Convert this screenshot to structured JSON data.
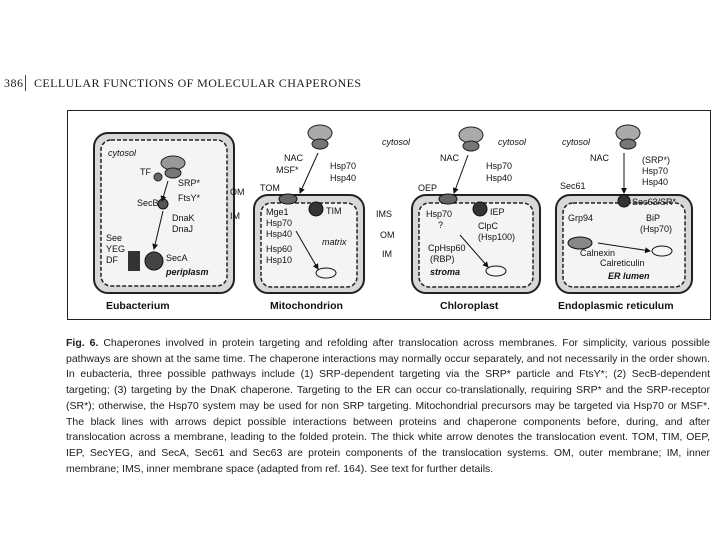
{
  "header": {
    "page_number": "386",
    "running_head": "CELLULAR FUNCTIONS OF MOLECULAR CHAPERONES"
  },
  "figure": {
    "panels": [
      {
        "name": "Eubacterium",
        "compartment": "periplasm",
        "region": "cytosol"
      },
      {
        "name": "Mitochondrion",
        "compartment": "matrix",
        "region": "cytosol"
      },
      {
        "name": "Chloroplast",
        "compartment": "stroma",
        "region": "cytosol"
      },
      {
        "name": "Endoplasmic reticulum",
        "compartment": "ER lumen",
        "region": "cytosol"
      }
    ],
    "labels": {
      "tf": "TF",
      "srp": "SRP*",
      "ftsy": "FtsY*",
      "secb": "SecB",
      "dnak": "DnaK",
      "dnaj": "DnaJ",
      "see": "See",
      "yeg": "YEG",
      "df": "DF",
      "seca": "SecA",
      "nac": "NAC",
      "msf": "MSF*",
      "hsp70": "Hsp70",
      "hsp40": "Hsp40",
      "tom": "TOM",
      "mge1": "Mge1",
      "hsp70_m": "Hsp70",
      "hsp40_m": "Hsp40",
      "tim": "TIM",
      "hsp60": "Hsp60",
      "hsp10": "Hsp10",
      "om": "OM",
      "im": "IM",
      "ims": "IMS",
      "oep": "OEP",
      "hsp70_c": "Hsp70",
      "q": "?",
      "iep": "IEP",
      "clpc": "ClpC",
      "hsp100": "(Hsp100)",
      "cphsp60": "CpHsp60",
      "rbp": "(RBP)",
      "srp_er": "(SRP*)",
      "hsp70_er": "Hsp70",
      "hsp40_er": "Hsp40",
      "sec61": "Sec61",
      "sec63": "Sec63/SR*",
      "grp94": "Grp94",
      "bip": "BiP",
      "bip_hsp": "(Hsp70)",
      "calnexin": "Calnexin",
      "calreticulin": "Calreticulin"
    }
  },
  "caption": {
    "label": "Fig. 6.",
    "text": "Chaperones involved in protein targeting and refolding after translocation across membranes. For simplicity, various possible pathways are shown at the same time. The chaperone interactions may normally occur separately, and not necessarily in the order shown. In eubacteria, three possible pathways include (1) SRP-dependent targeting via the SRP* particle and FtsY*; (2) SecB-dependent targeting; (3) targeting by the DnaK chaperone. Targeting to the ER can occur co-translationally, requiring SRP* and the SRP-receptor (SR*); otherwise, the Hsp70 system may be used for non SRP targeting. Mitochondrial precursors may be targeted via Hsp70 or MSF*. The black lines with arrows depict possible interactions between proteins and chaperone components before, during, and after translocation across a membrane, leading to the folded protein. The thick white arrow denotes the translocation event. TOM, TIM, OEP, IEP, SecYEG, and SecA, Sec61 and Sec63 are protein components of the translocation systems. OM, outer membrane; IM, inner membrane; IMS, inner membrane space (adapted from ref. 164). See text for further details."
  }
}
